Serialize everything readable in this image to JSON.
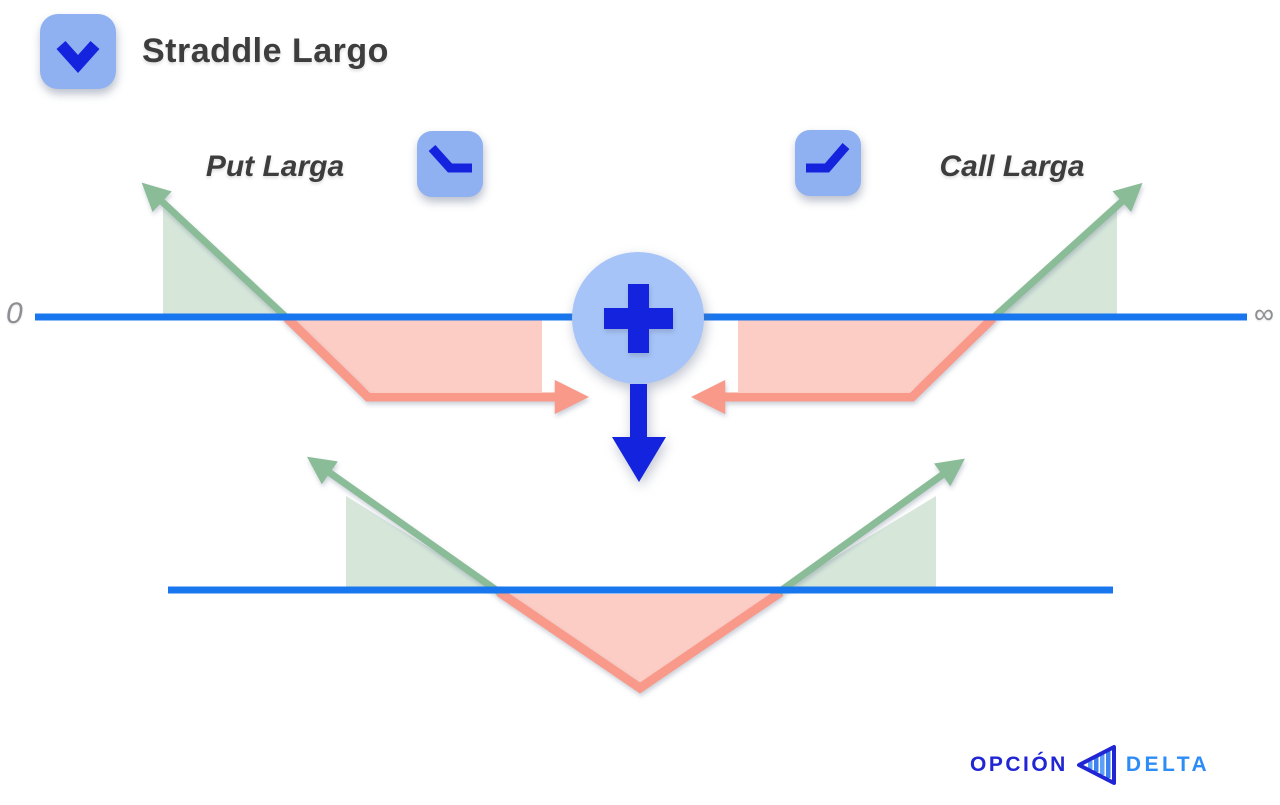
{
  "header": {
    "title": "Straddle Largo",
    "icon": "chevron-down-icon"
  },
  "panels": {
    "put_label": "Put Larga",
    "put_icon": "put-payoff-icon",
    "call_label": "Call Larga",
    "call_icon": "call-payoff-icon",
    "combine_icons": [
      "plus-icon",
      "arrow-down-icon"
    ]
  },
  "axis": {
    "zero_label": "0",
    "infinity_label": "∞"
  },
  "logo": {
    "word1": "OPCIÓN",
    "word2": "DELTA",
    "icon": "bar-chart-triangle-icon"
  },
  "colors": {
    "dark-blue": "#1323de",
    "icon-bg": "#8fb0f1",
    "circle-bg": "#a6c4f8",
    "axis-blue": "#1877ee",
    "green-stroke": "#8abc97",
    "green-fill": "#d6e7da",
    "salmon-stroke": "#f9998a",
    "salmon-fill": "#fccdc5",
    "text-dark": "#3d3d3d",
    "label-gray": "#8d8f93",
    "logo-navy": "#2026d4",
    "logo-azure": "#2e8cf6",
    "logo-bar-light": "#5ea0f7",
    "logo-bar-dark": "#3b82f0"
  }
}
